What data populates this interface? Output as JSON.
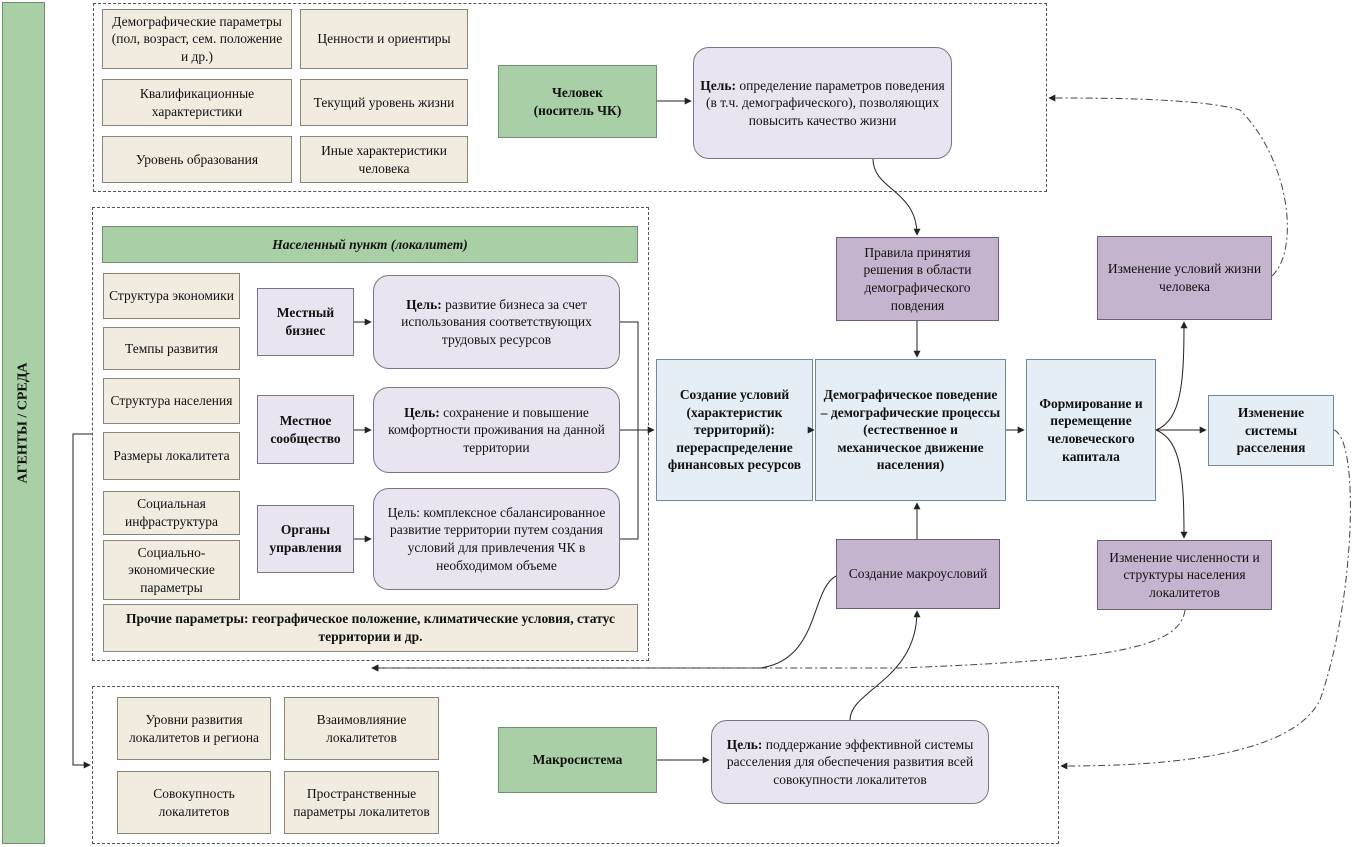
{
  "sidebar": {
    "label": "АГЕНТЫ / СРЕДА"
  },
  "person": {
    "params": [
      "Демографические параметры (пол, возраст, сем. положение и др.)",
      "Ценности и ориентиры",
      "Квалификационные характеристики",
      "Текущий уровень жизни",
      "Уровень образования",
      "Иные характеристики человека"
    ],
    "agent": "Человек\n(носитель ЧК)",
    "goal_label": "Цель:",
    "goal_text": " определение параметров поведения (в т.ч. демографического), позволяющих повысить качество жизни"
  },
  "locality": {
    "title": "Населенный пункт (локалитет)",
    "params": [
      "Структура экономики",
      "Темпы развития",
      "Структура населения",
      "Размеры локалитета",
      "Социальная инфраструктура",
      "Социально-экономические параметры"
    ],
    "actors": [
      {
        "name": "Местный бизнес",
        "goal_label": "Цель:",
        "goal_text": " развитие бизнеса за счет использования соответствующих трудовых ресурсов"
      },
      {
        "name": "Местное сообщество",
        "goal_label": "Цель:",
        "goal_text": " сохранение и повышение комфортности проживания на данной территории"
      },
      {
        "name": "Органы управления",
        "goal_label": "",
        "goal_text": "Цель: комплексное сбалансированное развитие территории путем создания условий для привлечения ЧК в необходимом объеме"
      }
    ],
    "other": "Прочие параметры: географическое положение, климатические условия, статус территории и др."
  },
  "macro": {
    "params": [
      "Уровни развития локалитетов и региона",
      "Взаимовлияние локалитетов",
      "Совокупность локалитетов",
      "Пространственные параметры локалитетов"
    ],
    "agent": "Макросистема",
    "goal_label": "Цель:",
    "goal_text": " поддержание эффективной системы расселения для обеспечения развития всей совокупности локалитетов"
  },
  "process": {
    "rules": "Правила принятия решения в области демографического повдения",
    "conditions": "Создание условий (характеристик территорий): перераспределение финансовых ресурсов",
    "behavior": "Демографическое поведение – демографические процессы (естественное и механическое движение населения)",
    "capital": "Формирование и перемещение человеческого капитала",
    "settlement": "Изменение системы расселения",
    "life": "Изменение условий жизни человека",
    "population": "Изменение численности и структуры населения локалитетов",
    "macro_conditions": "Создание макроусловий"
  }
}
